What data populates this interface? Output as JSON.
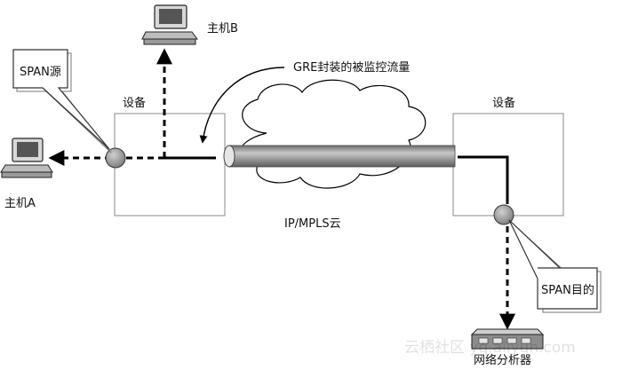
{
  "labels": {
    "host_b": "主机B",
    "host_a": "主机A",
    "span_source": "SPAN源",
    "span_destination": "SPAN目的",
    "device_left": "设备",
    "device_right": "设备",
    "gre_tunnel": "GRE封装的被监控流量",
    "cloud": "IP/MPLS云",
    "analyzer": "网络分析器",
    "watermark": "云栖社区 yq.aliyun.com"
  },
  "icons": [
    "computer-icon",
    "computer-icon",
    "network-analyzer-icon",
    "cloud-icon",
    "tunnel-pipe"
  ],
  "colors": {
    "line": "#000000",
    "box_border": "#888888",
    "tunnel_fill": "#9a9a9a",
    "port_fill": "#999999"
  }
}
